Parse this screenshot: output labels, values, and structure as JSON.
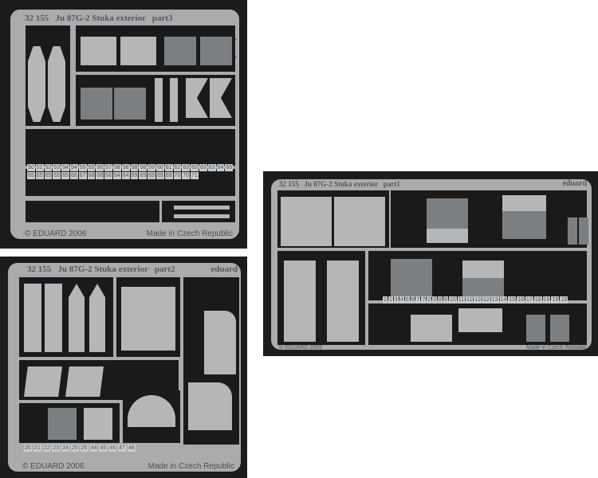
{
  "frets": [
    {
      "title": "32 155   Ju 87G-2 Stuka exterior   part3",
      "brand": "eduard",
      "copyright": "© EDUARD 2006",
      "made_in": "Made in Czech Republic",
      "labels": [
        "50",
        "51",
        "52",
        "53",
        "54",
        "54",
        "55",
        "55",
        "56",
        "57",
        "58",
        "58",
        "58",
        "58",
        "59",
        "60",
        "61",
        "62",
        "63",
        "63",
        "63",
        "63",
        "64",
        "65",
        "65",
        "65",
        "65",
        "65",
        "65",
        "66",
        "67",
        "68",
        "68",
        "68",
        "64",
        "64",
        "69",
        "69",
        "69",
        "69",
        "69",
        "70",
        "70",
        "71"
      ]
    },
    {
      "title": "32 155   Ju 87G-2 Stuka exterior   part2",
      "brand": "eduard",
      "copyright": "© EDUARD 2006",
      "made_in": "Made in Czech Republic",
      "labels": [
        "20",
        "21",
        "22",
        "23",
        "24",
        "25",
        "26",
        "44",
        "45",
        "46",
        "47",
        "48"
      ]
    },
    {
      "title": "32 155   Ju 87G-2 Stuka exterior   part1",
      "brand": "eduard",
      "copyright": "© EDUARD 2006",
      "made_in": "Made in Czech Republic",
      "labels": [
        "1",
        "1",
        "3",
        "4",
        "5",
        "6",
        "7",
        "7",
        "2",
        "2",
        "8",
        "9",
        "10",
        "11",
        "11",
        "12",
        "12",
        "13",
        "14",
        "15",
        "16",
        "17",
        "18",
        "18",
        "19",
        "19"
      ]
    }
  ]
}
